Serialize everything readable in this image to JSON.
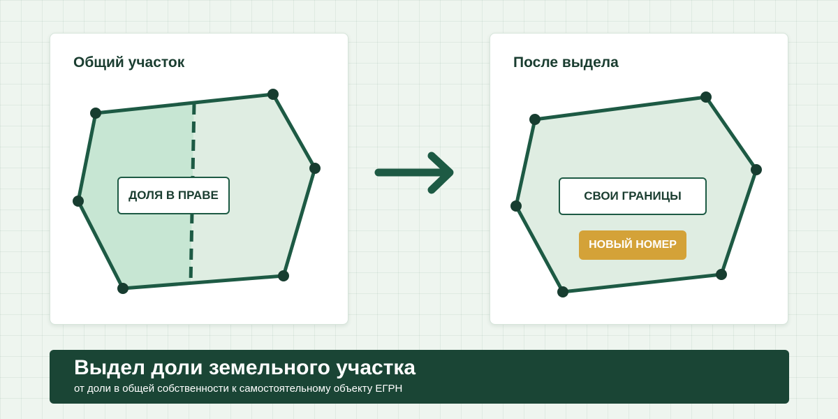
{
  "colors": {
    "background": "#eef5ef",
    "card": "#ffffff",
    "outline": "#1d5a44",
    "share_fill": "#c7e6d3",
    "remainder_fill": "#dfede2",
    "badge": "#d4a238",
    "banner": "#1a4535"
  },
  "left_panel": {
    "title": "Общий участок",
    "share_label": "ДОЛЯ В ПРАВЕ"
  },
  "right_panel": {
    "title": "После выдела",
    "borders_label": "СВОИ ГРАНИЦЫ",
    "badge_label": "НОВЫЙ НОМЕР"
  },
  "arrow_icon": "arrow-right-icon",
  "banner": {
    "title": "Выдел доли земельного участка",
    "subtitle": "от доли в общей собственности к самостоятельному объекту ЕГРН"
  }
}
